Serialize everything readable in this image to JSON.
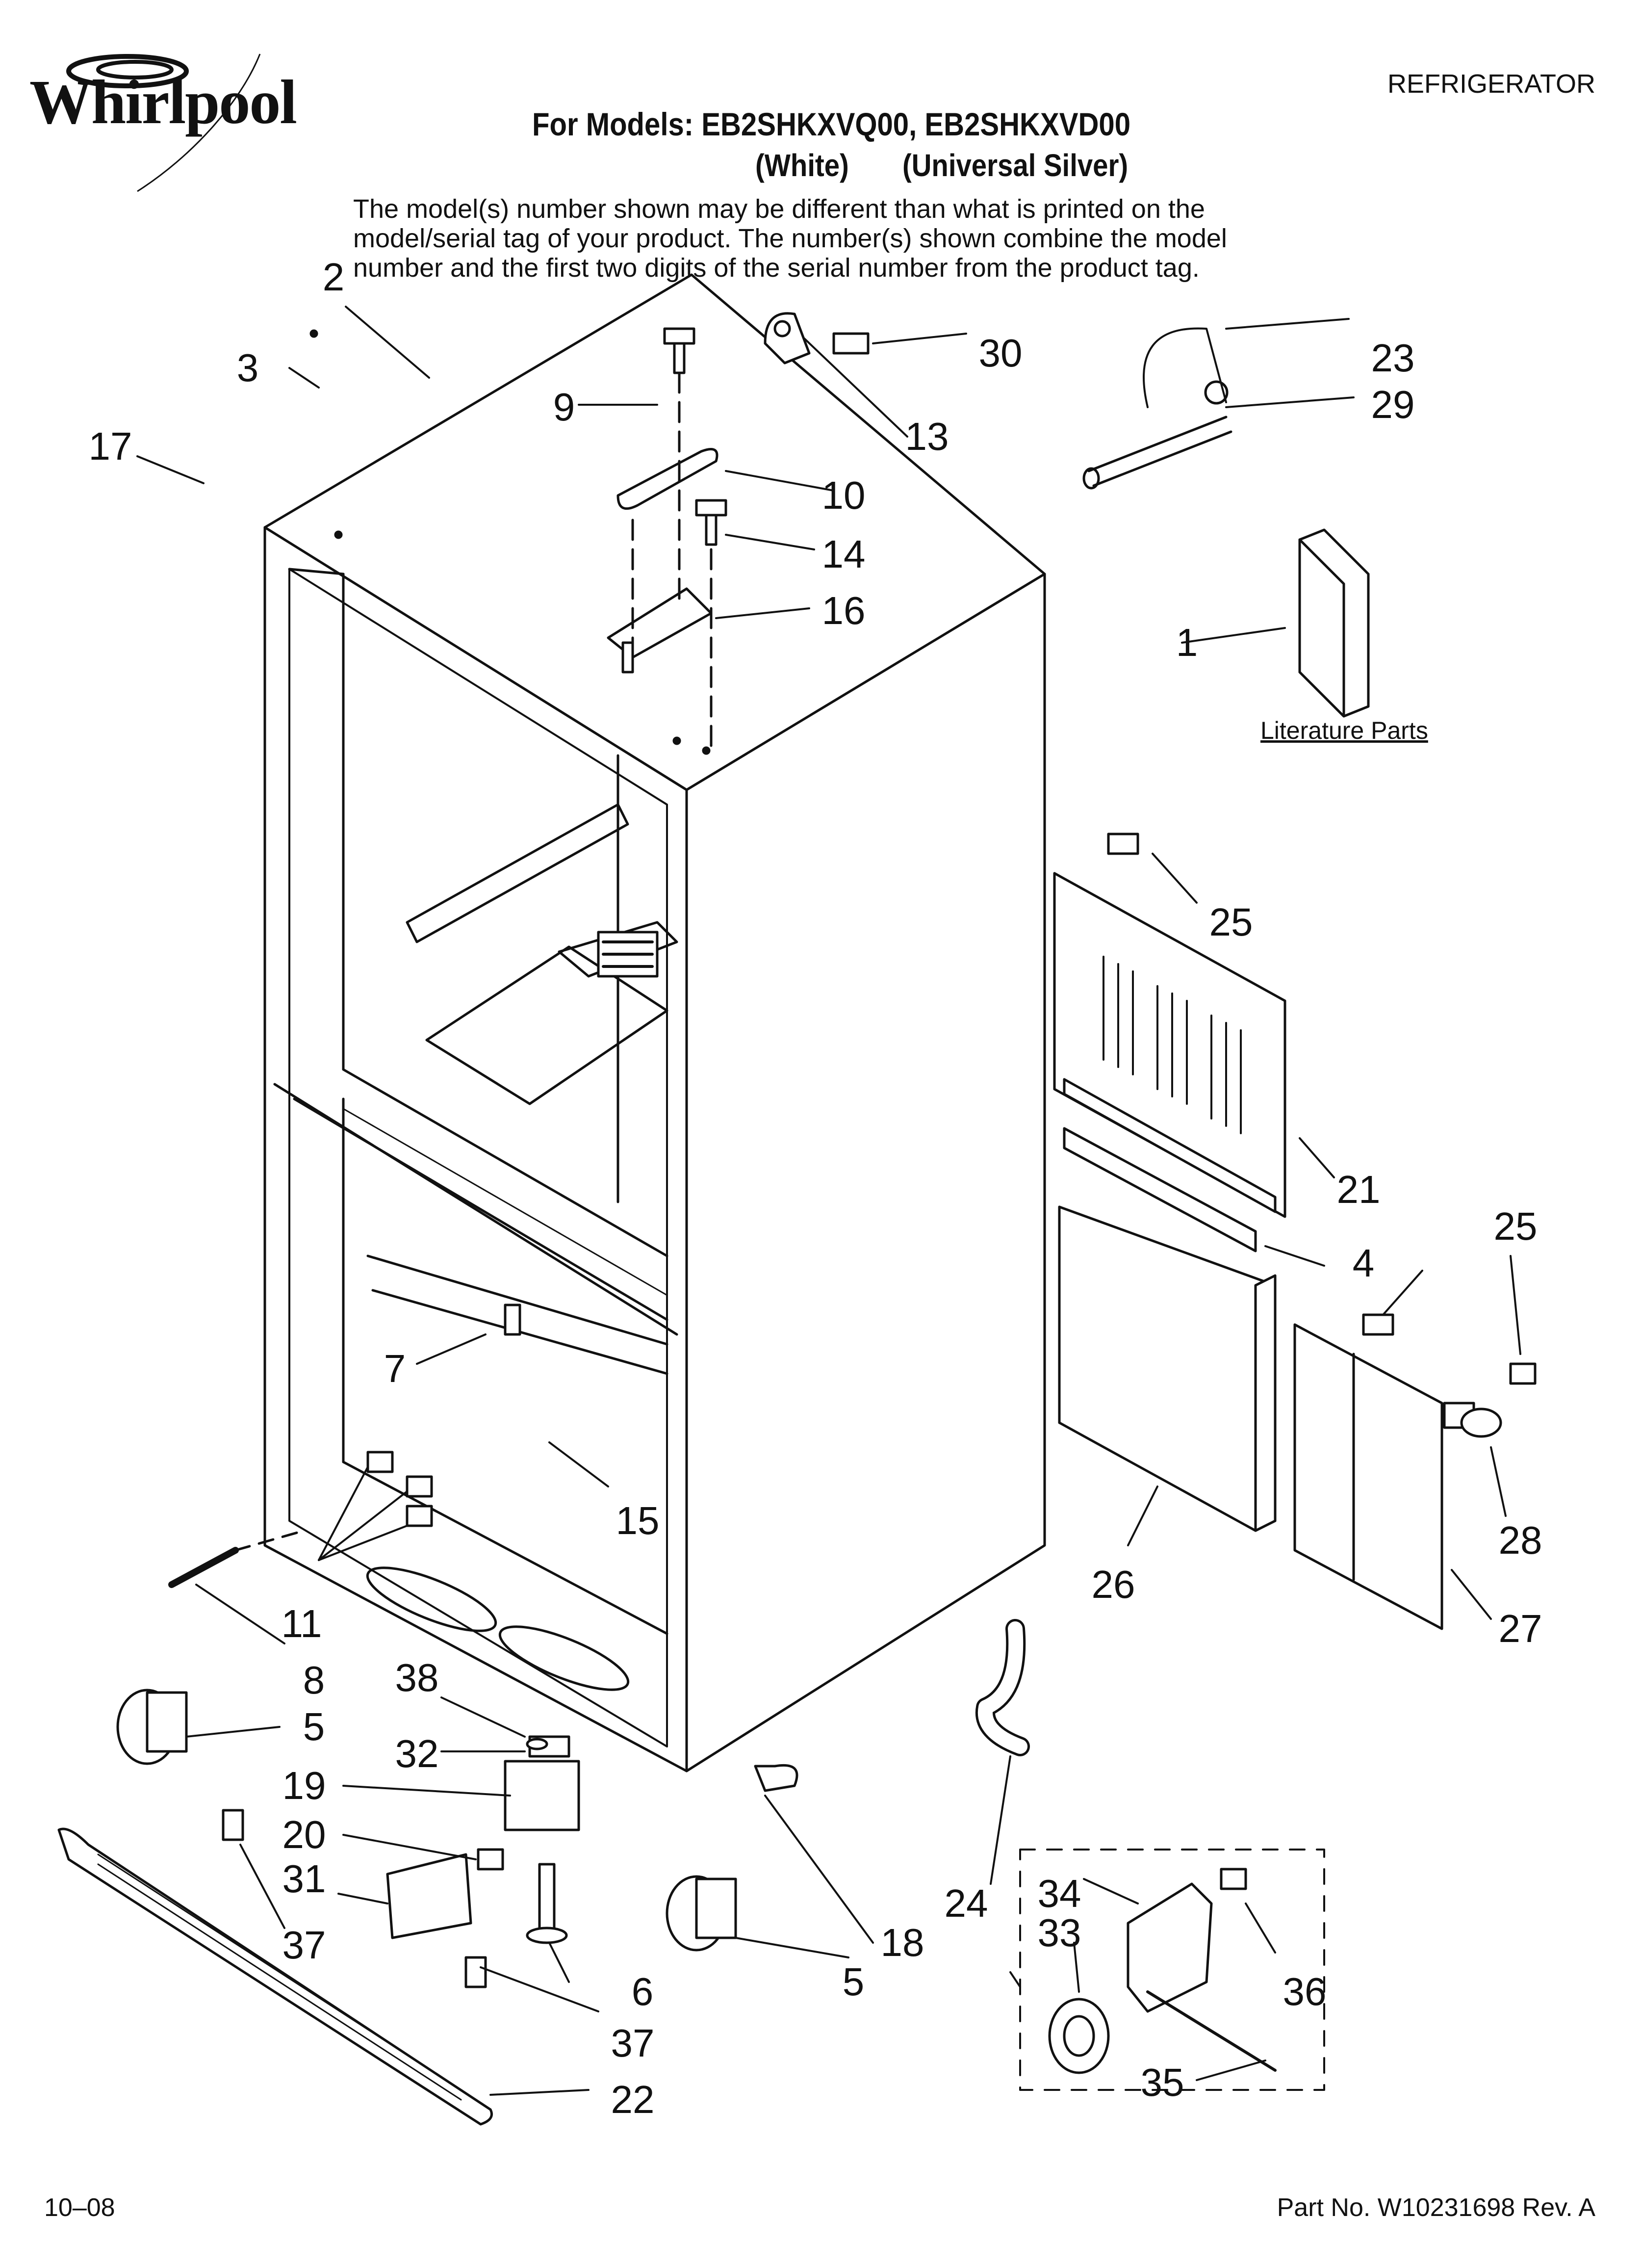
{
  "header": {
    "brand": "Whirlpool",
    "doc_type": "REFRIGERATOR",
    "models_line": "For Models: EB2SHKXVQ00, EB2SHKXVD00",
    "finish_1": "(White)",
    "finish_2": "(Universal Silver)",
    "note_lines": [
      "The model(s) number shown may be different than what is printed on the",
      "model/serial tag of your product. The number(s) shown combine the model",
      "number and the first two digits of the serial number from the product tag."
    ]
  },
  "literature_label": "Literature Parts",
  "callouts": [
    {
      "id": "c1",
      "label": "1"
    },
    {
      "id": "c2",
      "label": "2"
    },
    {
      "id": "c3",
      "label": "3"
    },
    {
      "id": "c4",
      "label": "4"
    },
    {
      "id": "c5a",
      "label": "5"
    },
    {
      "id": "c5b",
      "label": "5"
    },
    {
      "id": "c6",
      "label": "6"
    },
    {
      "id": "c7",
      "label": "7"
    },
    {
      "id": "c8",
      "label": "8"
    },
    {
      "id": "c9",
      "label": "9"
    },
    {
      "id": "c10",
      "label": "10"
    },
    {
      "id": "c11",
      "label": "11"
    },
    {
      "id": "c13",
      "label": "13"
    },
    {
      "id": "c14",
      "label": "14"
    },
    {
      "id": "c15",
      "label": "15"
    },
    {
      "id": "c16",
      "label": "16"
    },
    {
      "id": "c17",
      "label": "17"
    },
    {
      "id": "c18",
      "label": "18"
    },
    {
      "id": "c19",
      "label": "19"
    },
    {
      "id": "c20",
      "label": "20"
    },
    {
      "id": "c21",
      "label": "21"
    },
    {
      "id": "c22",
      "label": "22"
    },
    {
      "id": "c23",
      "label": "23"
    },
    {
      "id": "c24",
      "label": "24"
    },
    {
      "id": "c25a",
      "label": "25"
    },
    {
      "id": "c25b",
      "label": "25"
    },
    {
      "id": "c26",
      "label": "26"
    },
    {
      "id": "c27",
      "label": "27"
    },
    {
      "id": "c28",
      "label": "28"
    },
    {
      "id": "c29",
      "label": "29"
    },
    {
      "id": "c30",
      "label": "30"
    },
    {
      "id": "c31",
      "label": "31"
    },
    {
      "id": "c32",
      "label": "32"
    },
    {
      "id": "c33",
      "label": "33"
    },
    {
      "id": "c34",
      "label": "34"
    },
    {
      "id": "c35",
      "label": "35"
    },
    {
      "id": "c36",
      "label": "36"
    },
    {
      "id": "c37a",
      "label": "37"
    },
    {
      "id": "c37b",
      "label": "37"
    },
    {
      "id": "c38",
      "label": "38"
    }
  ],
  "footer": {
    "date": "10–08",
    "part_no": "Part No. W10231698 Rev. A"
  }
}
